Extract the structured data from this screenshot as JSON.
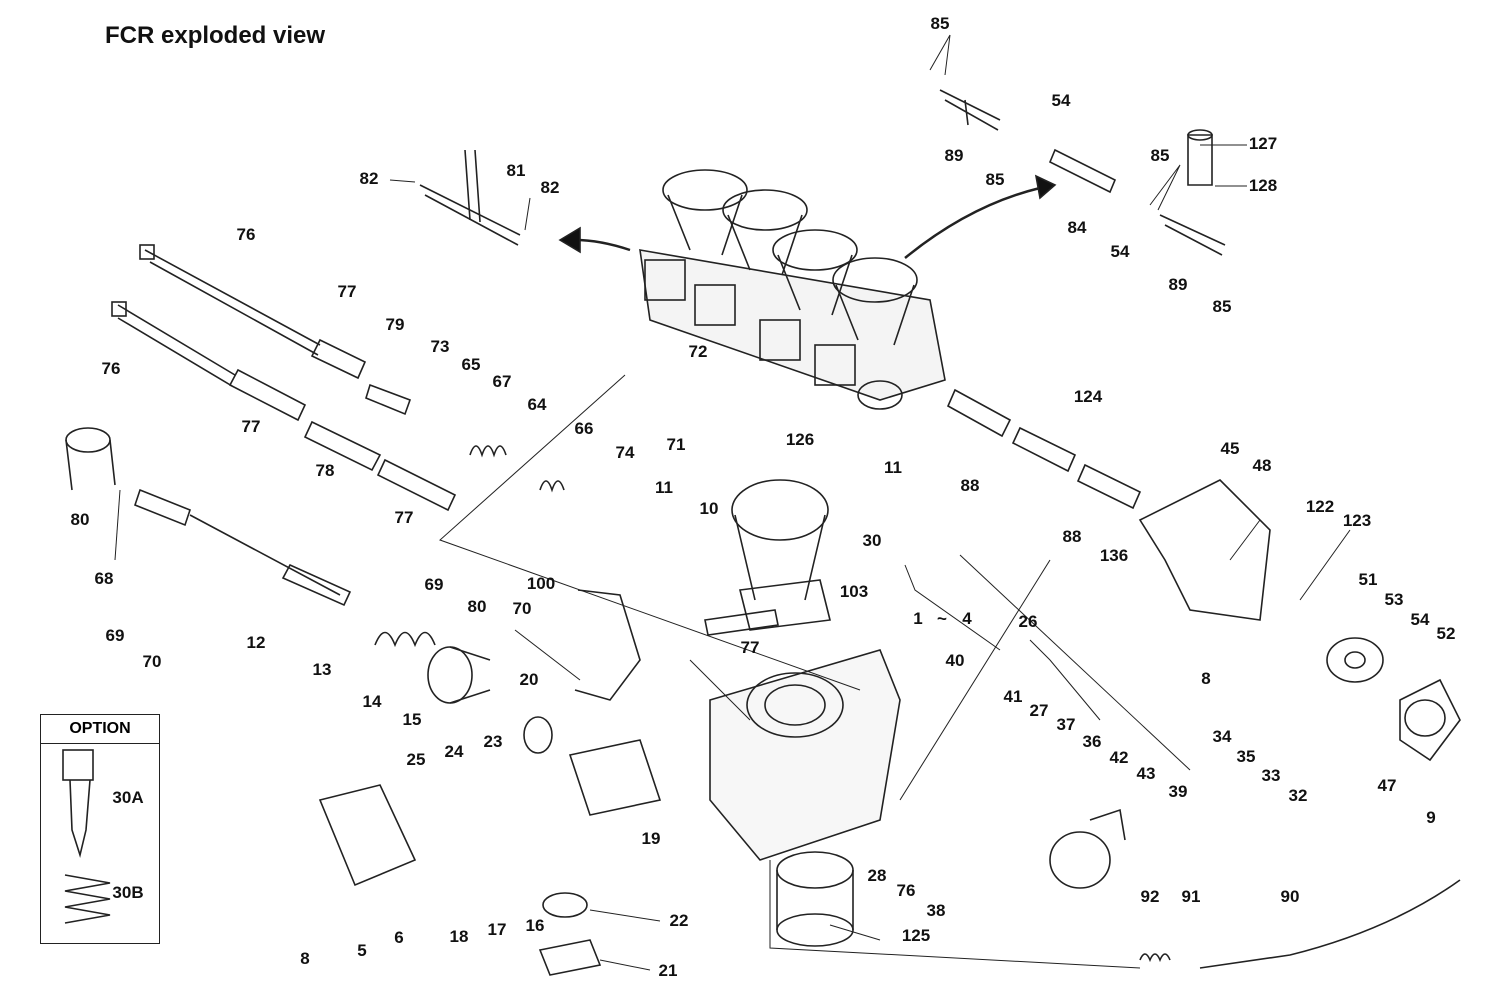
{
  "title": "FCR exploded view",
  "option": {
    "heading": "OPTION",
    "items": [
      "30A",
      "30B"
    ]
  },
  "callouts": [
    "85",
    "89",
    "85",
    "54",
    "127",
    "85",
    "128",
    "84",
    "54",
    "89",
    "85",
    "82",
    "81",
    "82",
    "76",
    "77",
    "79",
    "73",
    "65",
    "67",
    "64",
    "76",
    "77",
    "78",
    "77",
    "72",
    "71",
    "126",
    "66",
    "74",
    "11",
    "11",
    "124",
    "88",
    "88",
    "45",
    "48",
    "136",
    "122",
    "123",
    "80",
    "68",
    "69",
    "70",
    "12",
    "13",
    "14",
    "15",
    "80",
    "69",
    "70",
    "100",
    "10",
    "30",
    "103",
    "77",
    "1",
    "~",
    "4",
    "26",
    "40",
    "41",
    "27",
    "51",
    "53",
    "54",
    "52",
    "8",
    "34",
    "35",
    "33",
    "32",
    "47",
    "9",
    "37",
    "36",
    "42",
    "43",
    "39",
    "20",
    "25",
    "24",
    "23",
    "19",
    "28",
    "76",
    "38",
    "8",
    "5",
    "6",
    "18",
    "17",
    "16",
    "22",
    "21",
    "125",
    "92",
    "91",
    "90"
  ]
}
